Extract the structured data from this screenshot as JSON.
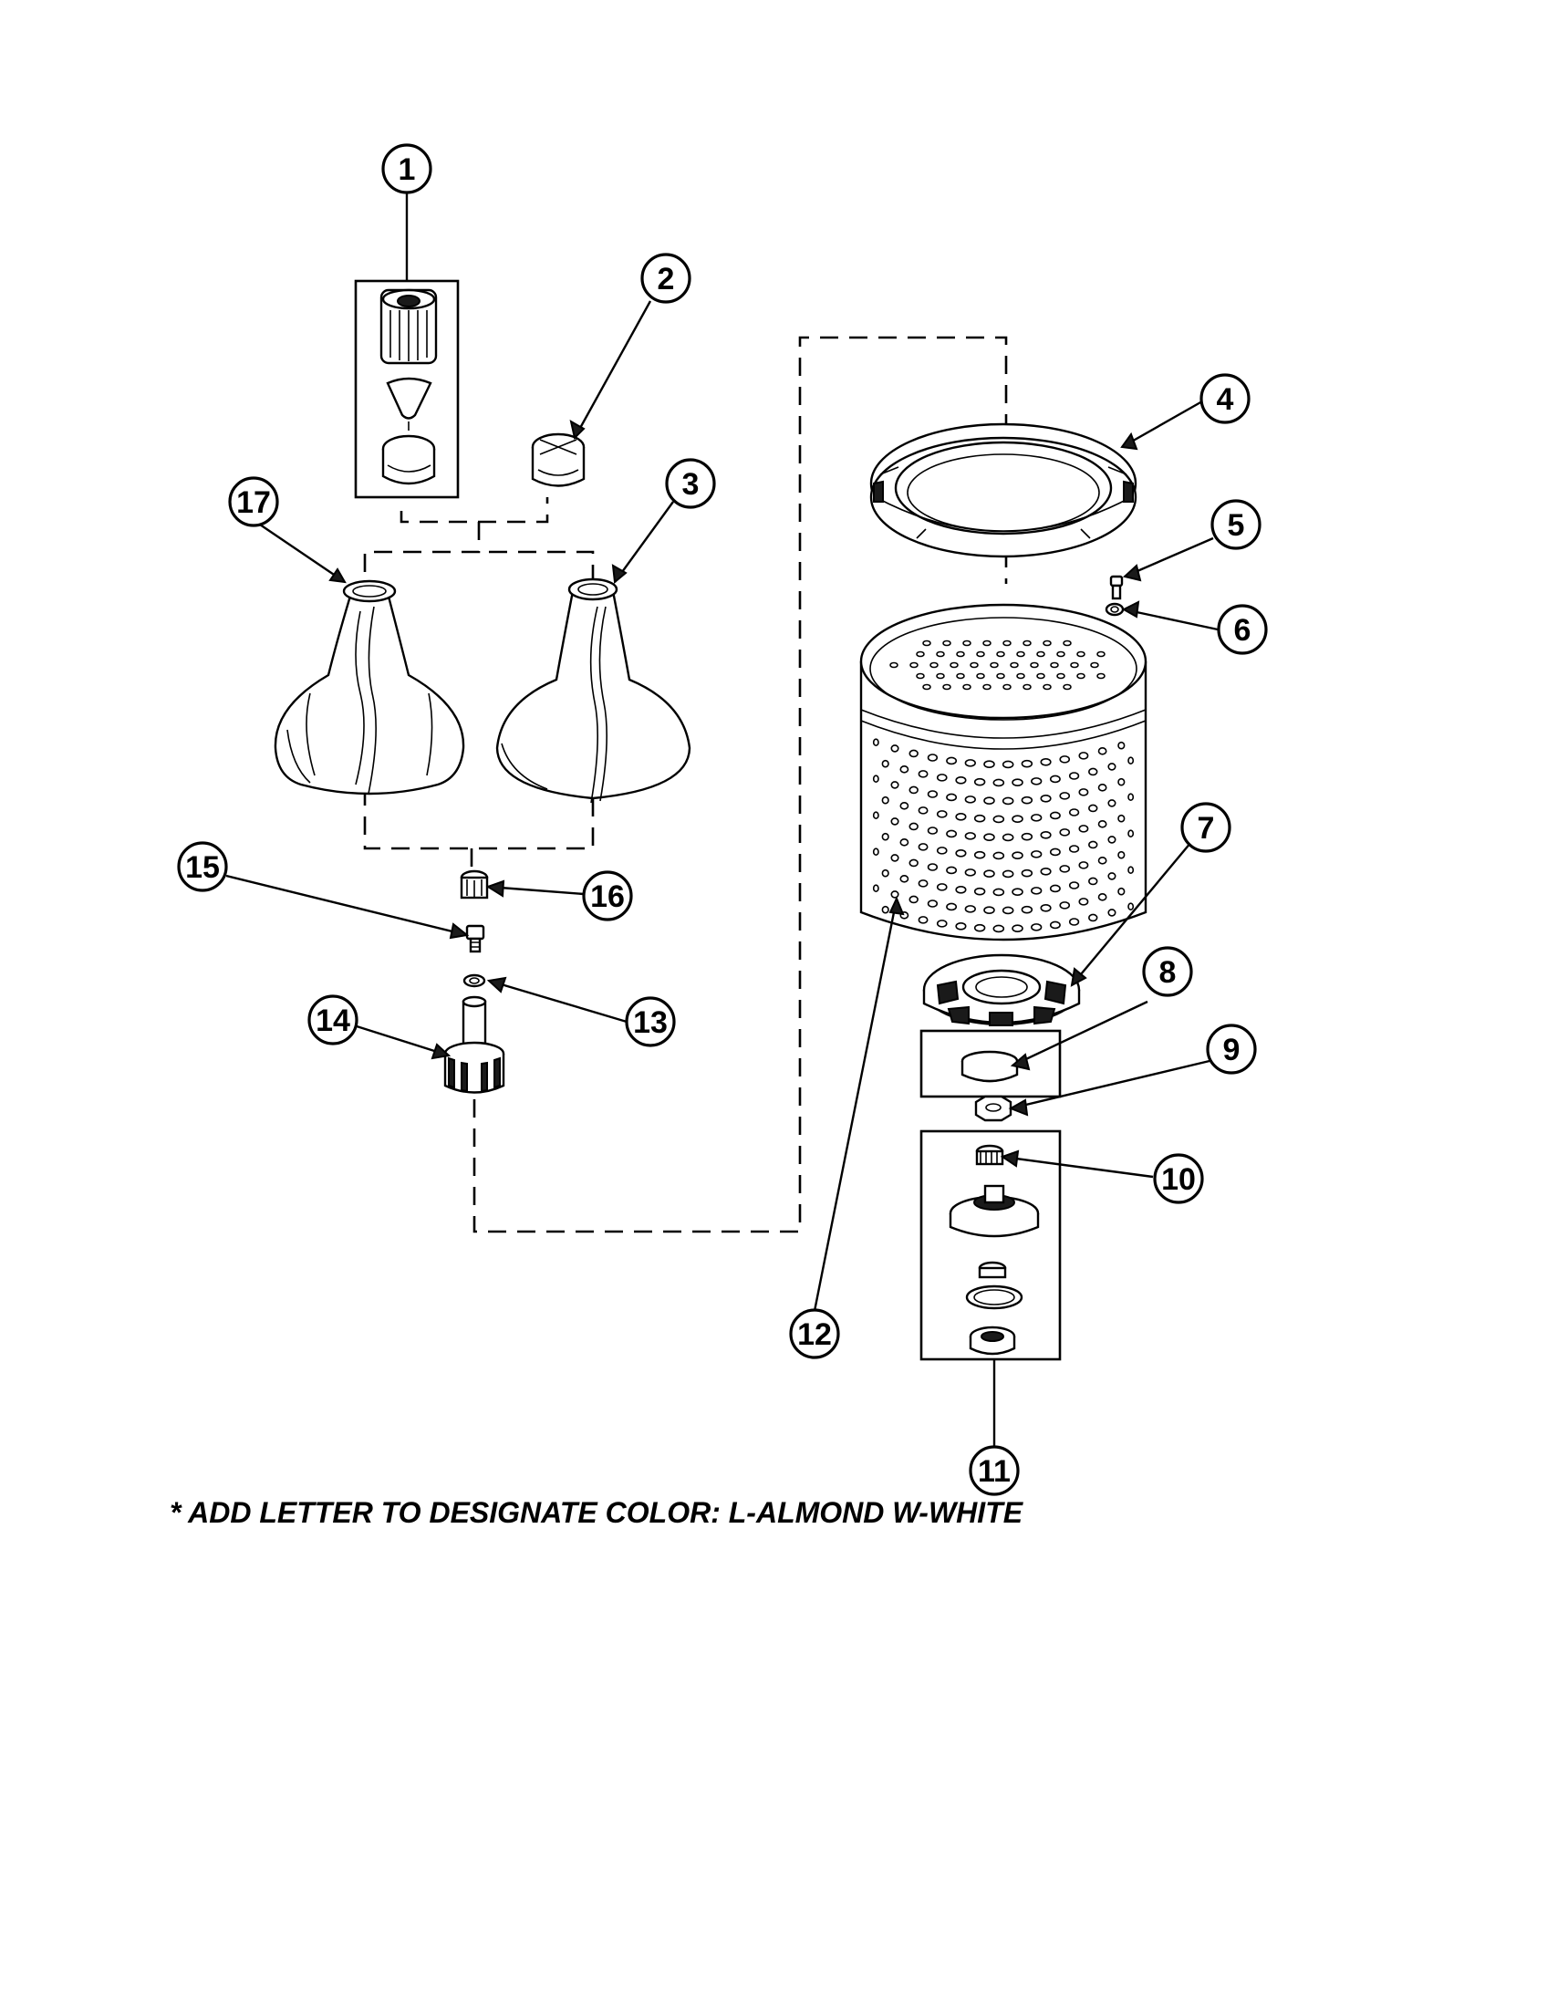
{
  "footnote": "* ADD LETTER TO DESIGNATE COLOR: L-ALMOND  W-WHITE",
  "callouts": [
    "1",
    "2",
    "3",
    "4",
    "5",
    "6",
    "7",
    "8",
    "9",
    "10",
    "11",
    "12",
    "13",
    "14",
    "15",
    "16",
    "17"
  ]
}
